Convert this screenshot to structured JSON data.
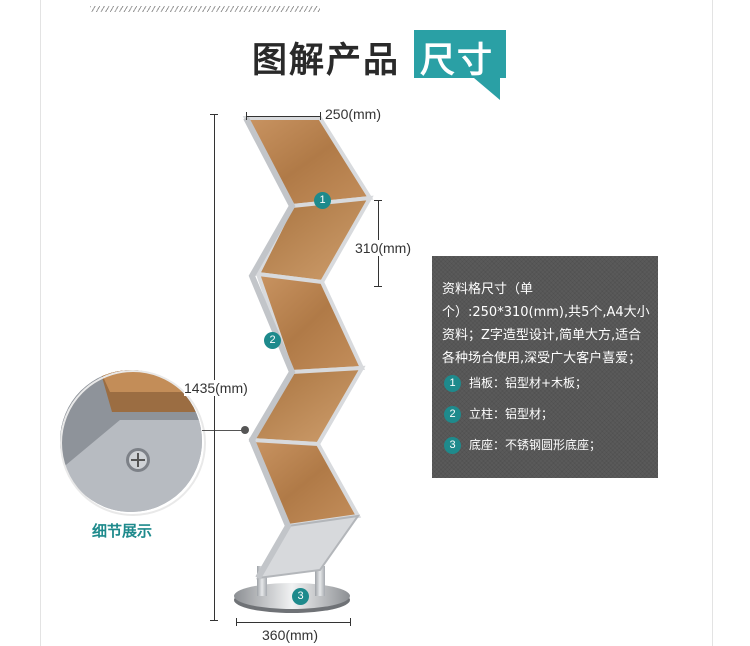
{
  "header": {
    "title_main": "图解产品",
    "title_highlight": "尺寸"
  },
  "dimensions": {
    "top_width": "250(mm)",
    "pocket_height": "310(mm)",
    "total_height": "1435(mm)",
    "base_width": "360(mm)"
  },
  "callouts": [
    "1",
    "2",
    "3"
  ],
  "info_panel": {
    "description": "资料格尺寸（单个）:250*310(mm),共5个,A4大小资料；Z字造型设计,简单大方,适合各种场合使用,深受广大客户喜爱；",
    "items": [
      {
        "number": "1",
        "text": "挡板：铝型材+木板；"
      },
      {
        "number": "2",
        "text": "立柱：铝型材；"
      },
      {
        "number": "3",
        "text": "底座：不锈钢圆形底座；"
      }
    ]
  },
  "detail": {
    "label": "细节展示"
  },
  "colors": {
    "accent": "#2aa0a5",
    "badge": "#1e8a8c",
    "panel_bg": "#5a5a5a",
    "wood": "#b98352",
    "aluminum": "#c9ccd0"
  }
}
